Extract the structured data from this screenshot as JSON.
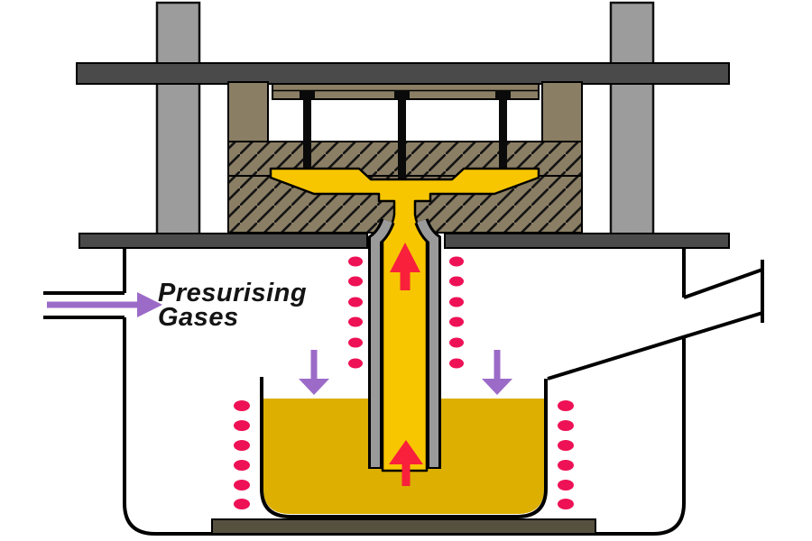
{
  "diagram": {
    "labels": {
      "pressurising_gases_line1": "Presurising",
      "pressurising_gases_line2": "Gases"
    },
    "colors": {
      "molten_metal": "#DCAF00",
      "casting_metal": "#F7C600",
      "die_block_tan": "#8A7E64",
      "platen_gray": "#4A4A4A",
      "tie_bar_gray": "#9C9C9C",
      "riser_tube_gray": "#9A9A9A",
      "heater_dot_pink": "#EE1155",
      "metal_arrow_red": "#F9203C",
      "gas_arrow_purple": "#9C6BC8",
      "base_plate_dark": "#56513F",
      "pin_black": "#0A0A0A",
      "outline_black": "#000000"
    },
    "counts": {
      "ejector_pins": 3,
      "riser_tube_heater_dots_per_side": 6,
      "crucible_heater_dots_per_side": 6,
      "pressure_down_arrows": 2,
      "metal_flow_up_arrows": 2
    }
  }
}
